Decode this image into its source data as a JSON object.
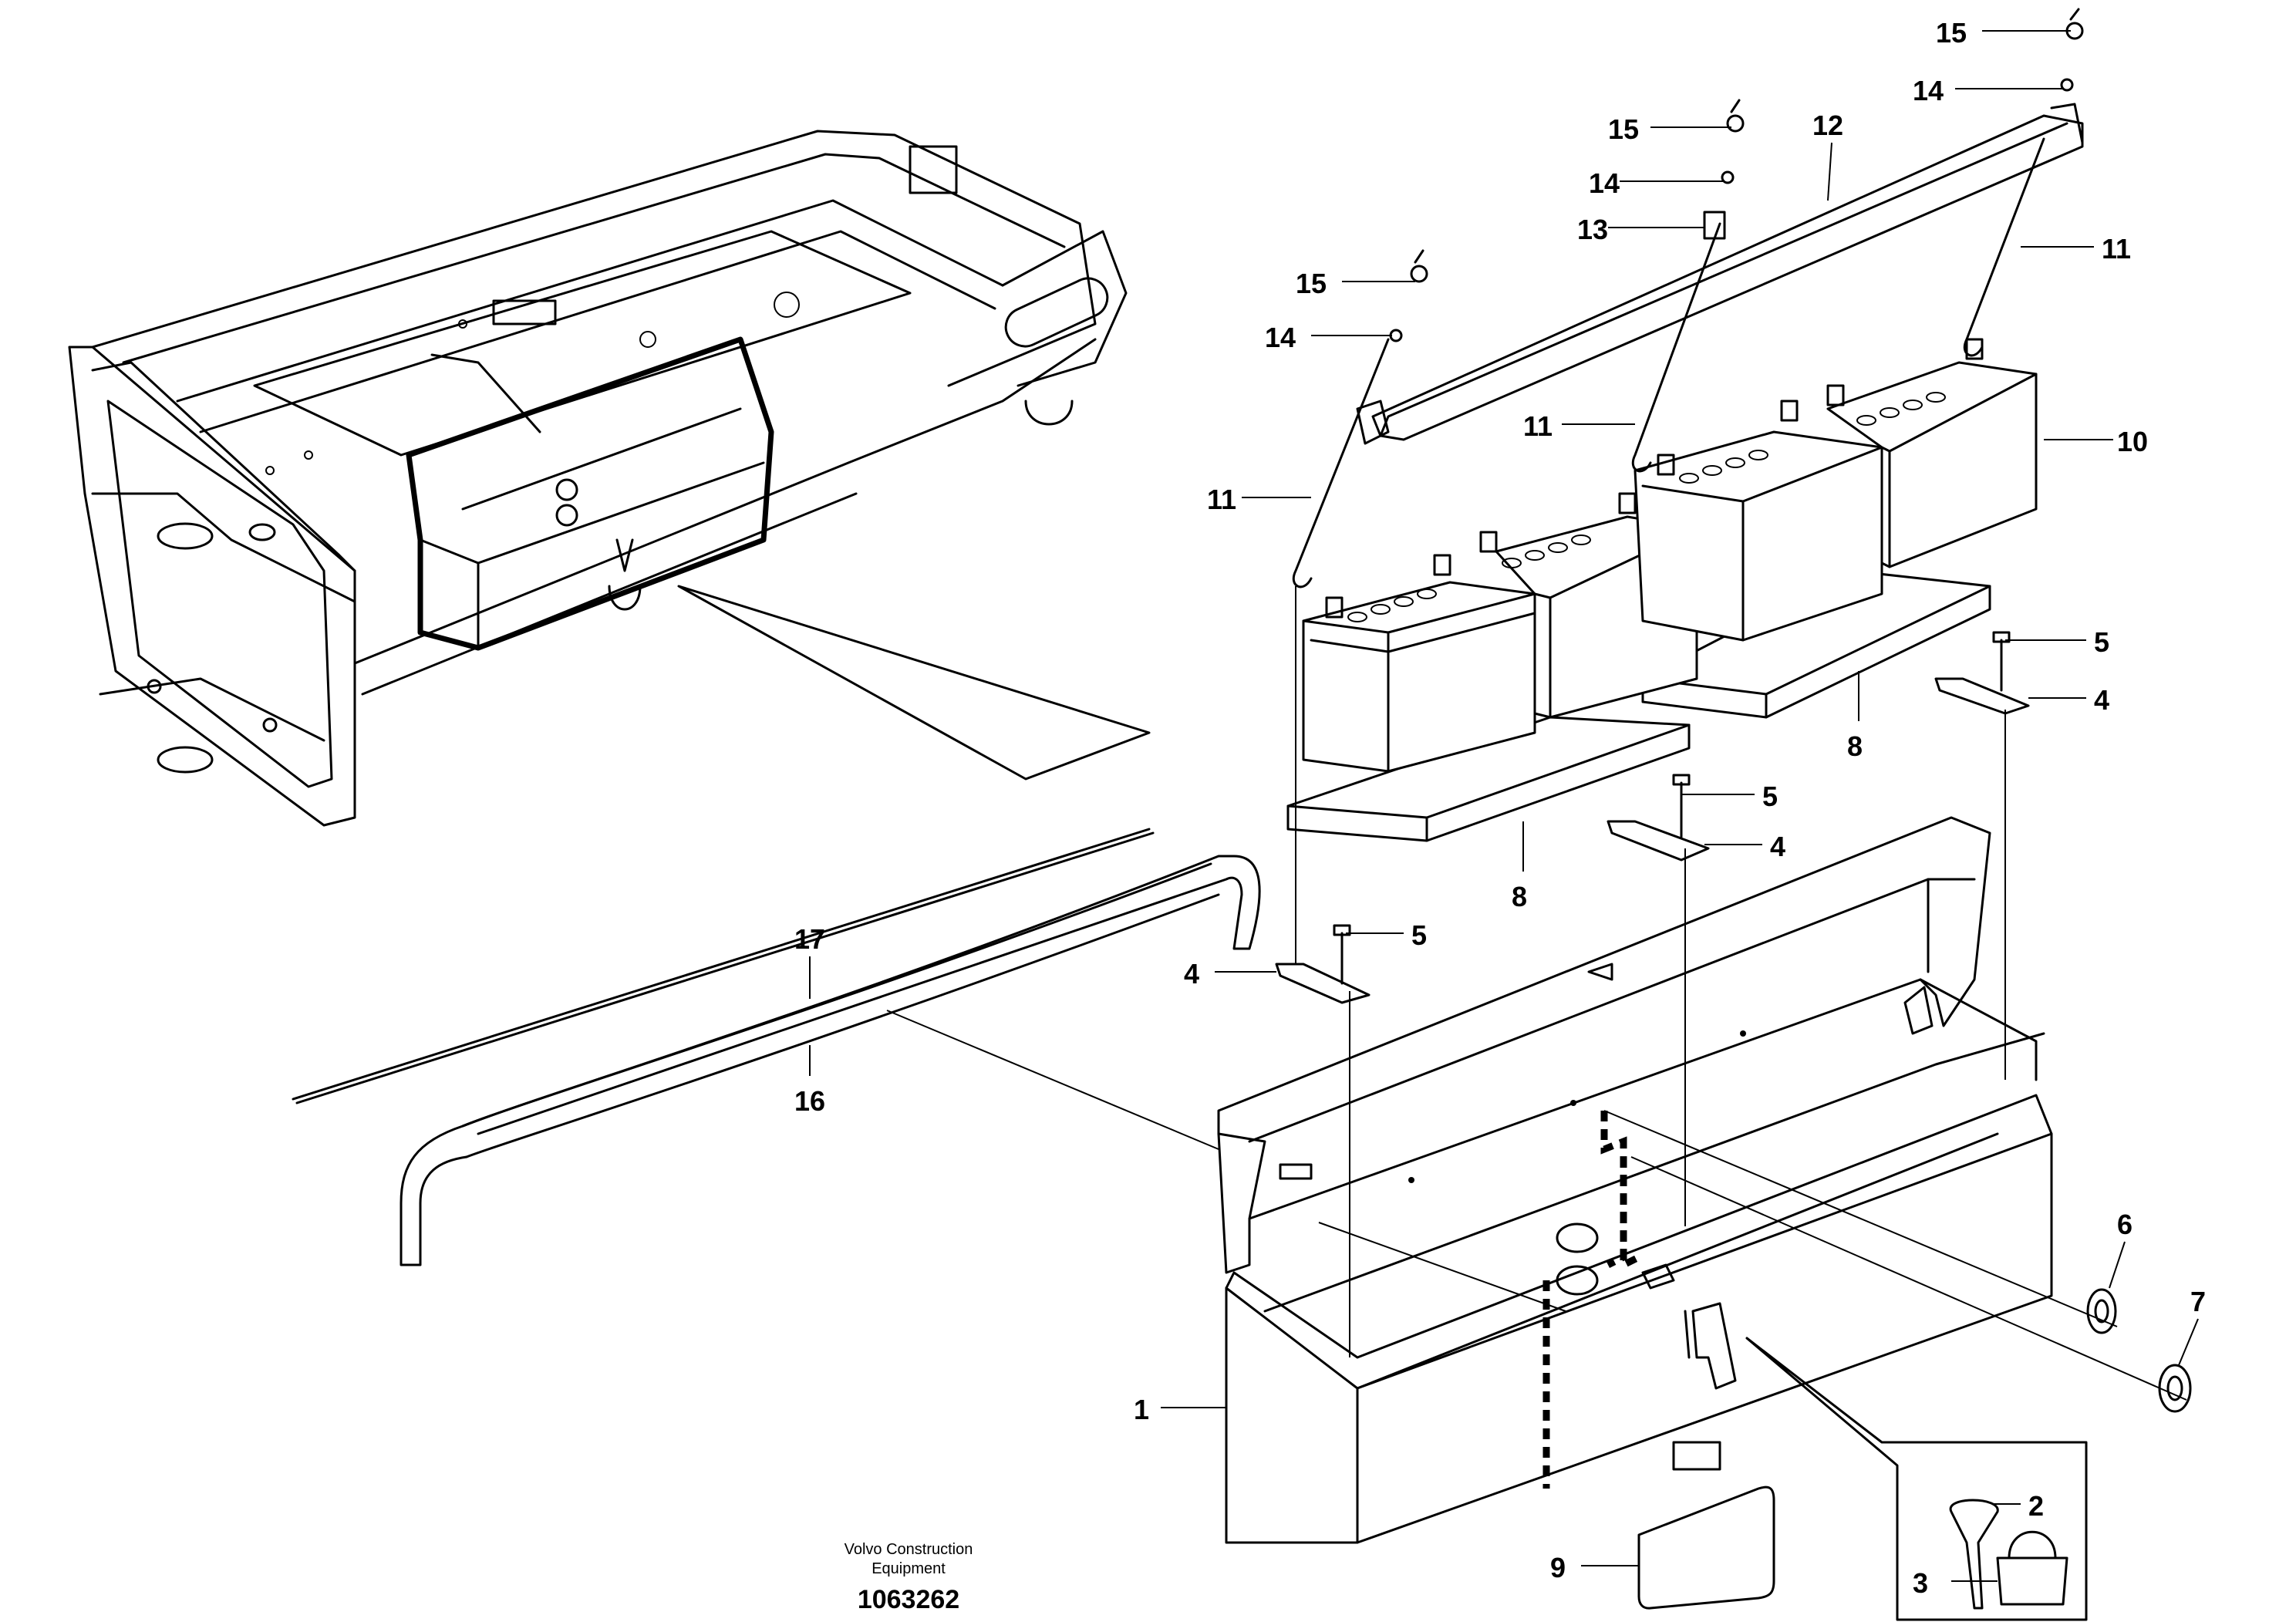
{
  "callouts": {
    "n1": "1",
    "n2": "2",
    "n3": "3",
    "n4a": "4",
    "n4b": "4",
    "n4c": "4",
    "n5a": "5",
    "n5b": "5",
    "n5c": "5",
    "n6": "6",
    "n7": "7",
    "n8a": "8",
    "n8b": "8",
    "n9": "9",
    "n10": "10",
    "n11a": "11",
    "n11b": "11",
    "n11c": "11",
    "n12": "12",
    "n13": "13",
    "n14a": "14",
    "n14b": "14",
    "n14c": "14",
    "n15a": "15",
    "n15b": "15",
    "n15c": "15",
    "n16": "16",
    "n17": "17"
  },
  "footer": {
    "brand_line1": "Volvo Construction",
    "brand_line2": "Equipment",
    "drawing_number": "1063262"
  }
}
